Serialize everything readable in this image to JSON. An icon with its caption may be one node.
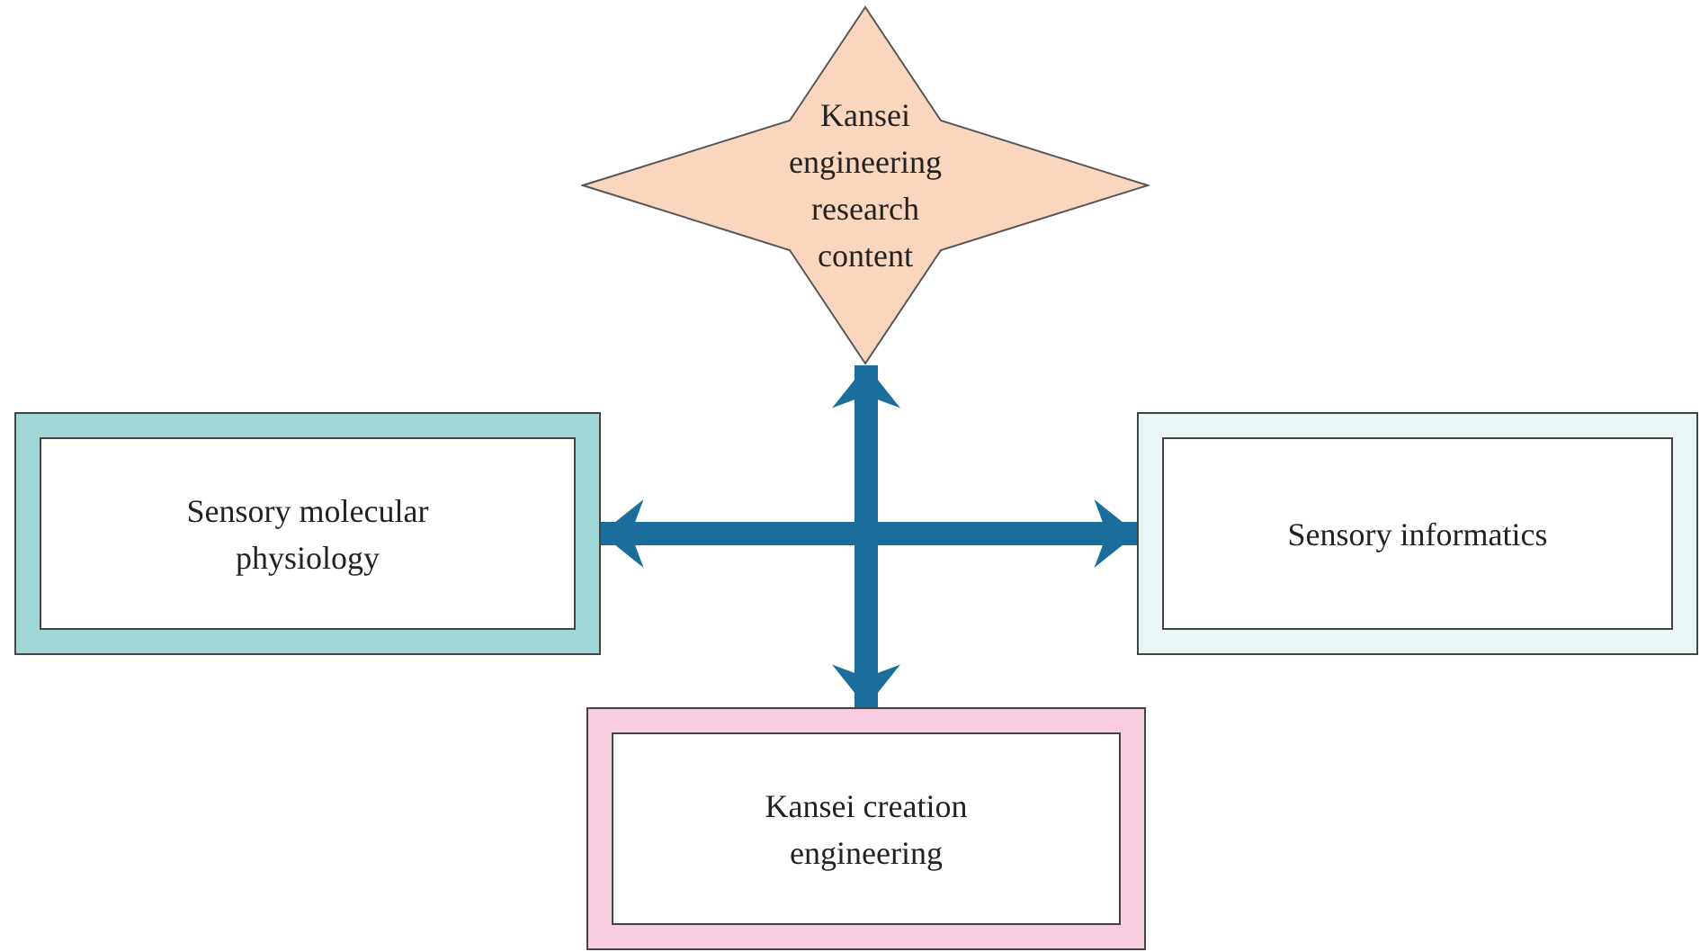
{
  "diagram": {
    "nodes": [
      {
        "text": [
          "Kansei engineering research content"
        ]
      },
      {
        "text": [
          "Sensory molecular physiology"
        ]
      },
      {
        "text": [
          "Sensory informatics"
        ]
      },
      {
        "text": [
          "Kansei creation engineering"
        ]
      }
    ],
    "edges": [
      {
        "from": 0,
        "to": 3,
        "arrow": "both"
      },
      {
        "from": 1,
        "to": 2,
        "arrow": "both"
      }
    ]
  }
}
